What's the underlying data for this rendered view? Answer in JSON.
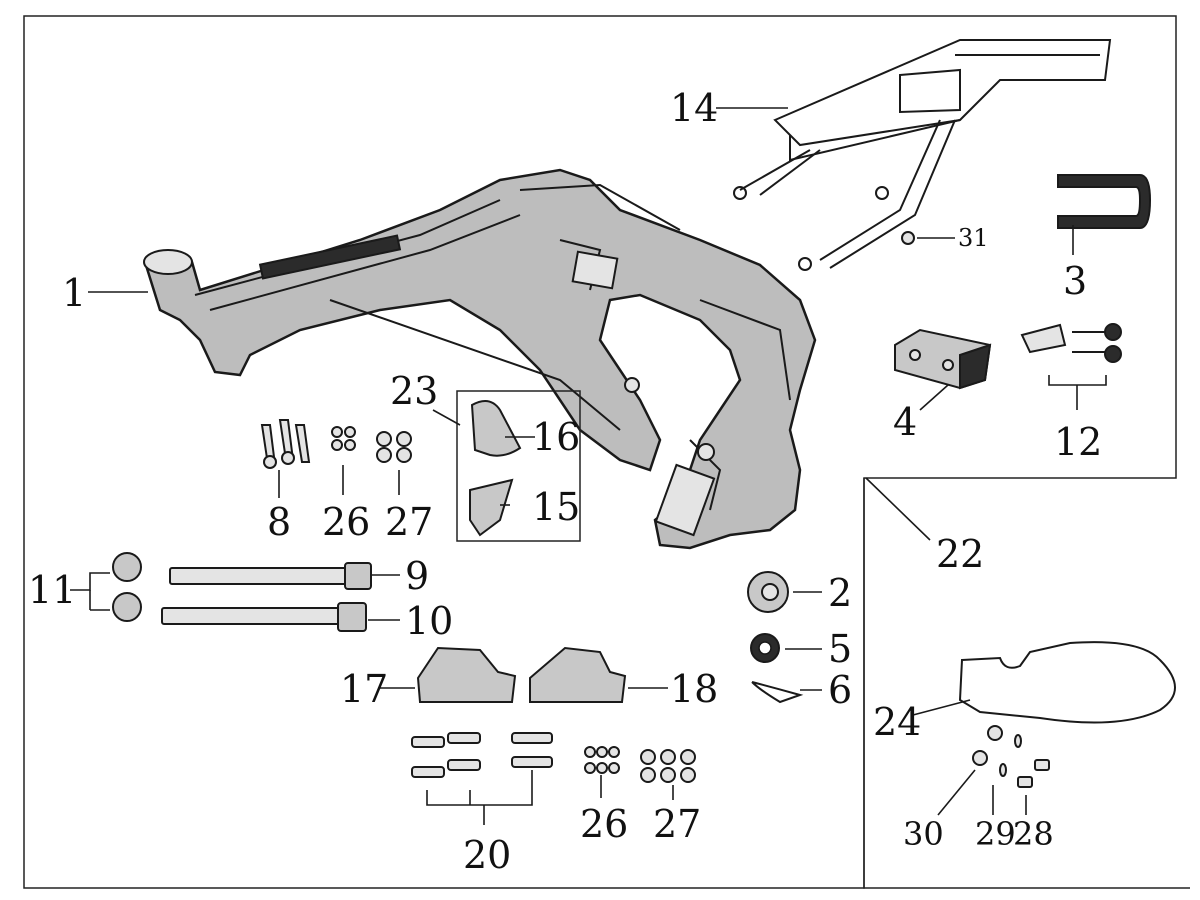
{
  "title": "Frame exploded parts diagram",
  "colors": {
    "ink": "#1a1a1a",
    "frame": "#bdbdbd",
    "background": "#ffffff"
  },
  "callouts": {
    "c1": "1",
    "c2": "2",
    "c3": "3",
    "c4": "4",
    "c5": "5",
    "c6": "6",
    "c8": "8",
    "c9": "9",
    "c10": "10",
    "c11": "11",
    "c12": "12",
    "c14": "14",
    "c15": "15",
    "c16": "16",
    "c17": "17",
    "c18": "18",
    "c20": "20",
    "c22": "22",
    "c23": "23",
    "c24": "24",
    "c26a": "26",
    "c26b": "26",
    "c27a": "27",
    "c27b": "27",
    "c28": "28",
    "c29": "29",
    "c30": "30",
    "c31": "31"
  }
}
